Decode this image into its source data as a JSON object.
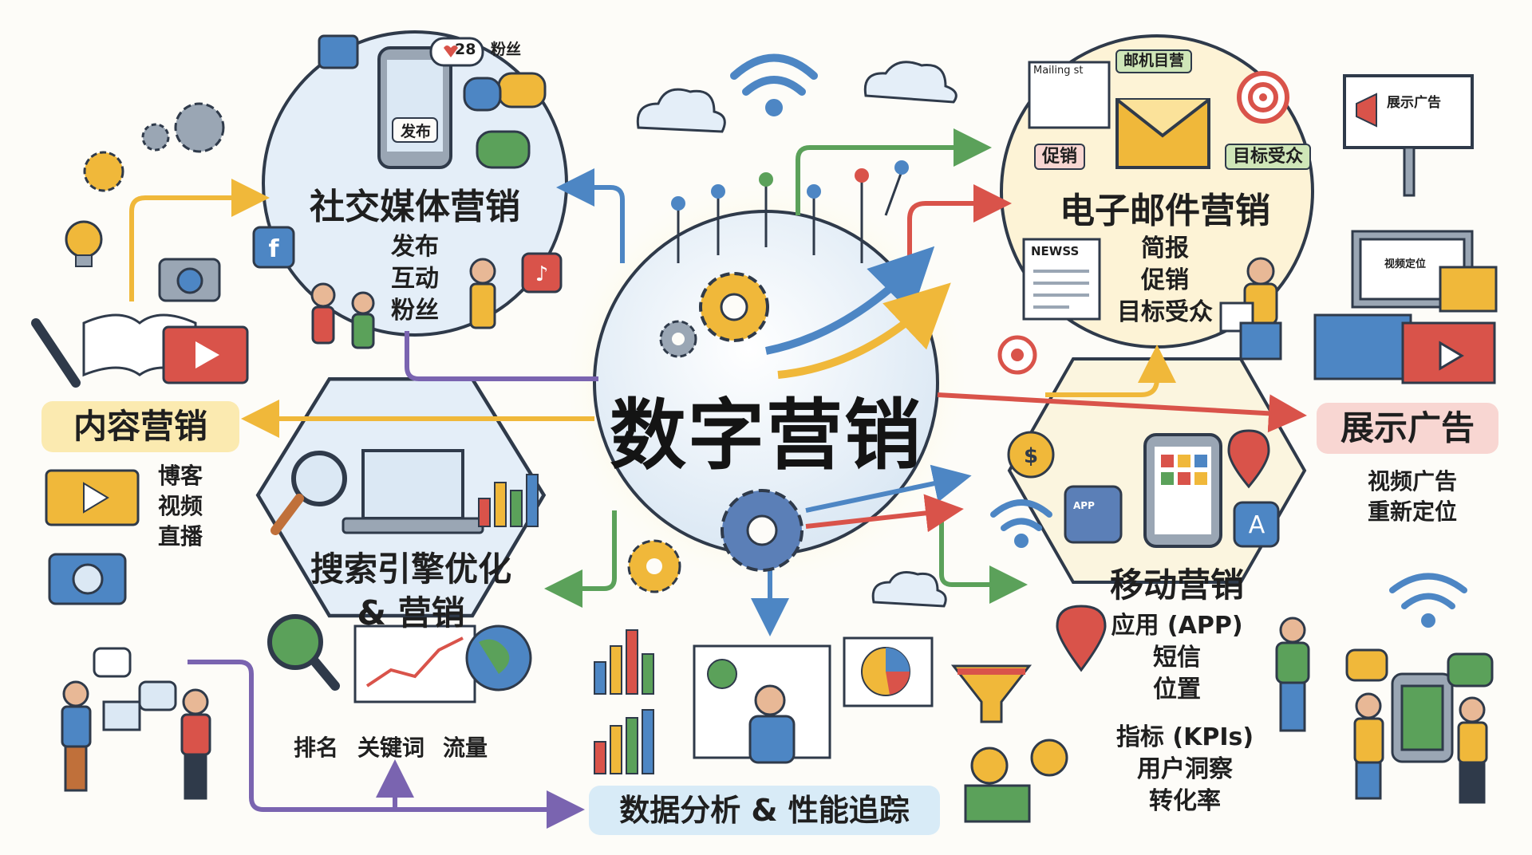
{
  "center": {
    "title": "数字营销"
  },
  "social": {
    "title": "社交媒体营销",
    "items": [
      "发布",
      "互动",
      "粉丝"
    ],
    "like_count": "28",
    "fans_label": "粉丝",
    "phone_button": "发布"
  },
  "email": {
    "title": "电子邮件营销",
    "items": [
      "简报",
      "促销",
      "目标受众"
    ],
    "tag_top": "邮机目营",
    "tag_left": "促销",
    "tag_right": "目标受众",
    "mailing_list": "Mailing st",
    "newspaper": "NEWSS"
  },
  "content": {
    "title": "内容营销",
    "items": [
      "博客",
      "视频",
      "直播"
    ]
  },
  "display": {
    "title": "展示广告",
    "items": [
      "视频广告",
      "重新定位"
    ],
    "billboard": "展示广告",
    "monitor_label": "视频定位"
  },
  "seo": {
    "title_line1": "搜索引擎优化",
    "title_line2": "& 营销",
    "items": [
      "排名",
      "关键词",
      "流量"
    ]
  },
  "mobile": {
    "title": "移动营销",
    "items": [
      "应用 (APP)",
      "短信",
      "位置"
    ],
    "app_icon": "APP"
  },
  "analytics": {
    "title": "数据分析 & 性能追踪",
    "items": [
      "指标 (KPIs)",
      "用户洞察",
      "转化率"
    ]
  },
  "colors": {
    "social_bg": "#e4eef8",
    "email_bg": "#fdf3d6",
    "content_banner": "#fbeab0",
    "display_banner": "#f8d6d2",
    "analytics_banner": "#d8ebf7",
    "hex_fill": "#fbf5df",
    "arrow_blue": "#4d86c4",
    "arrow_green": "#5ba15a",
    "arrow_red": "#d9534a",
    "arrow_yellow": "#f0b83a",
    "arrow_purple": "#7a64b0"
  }
}
